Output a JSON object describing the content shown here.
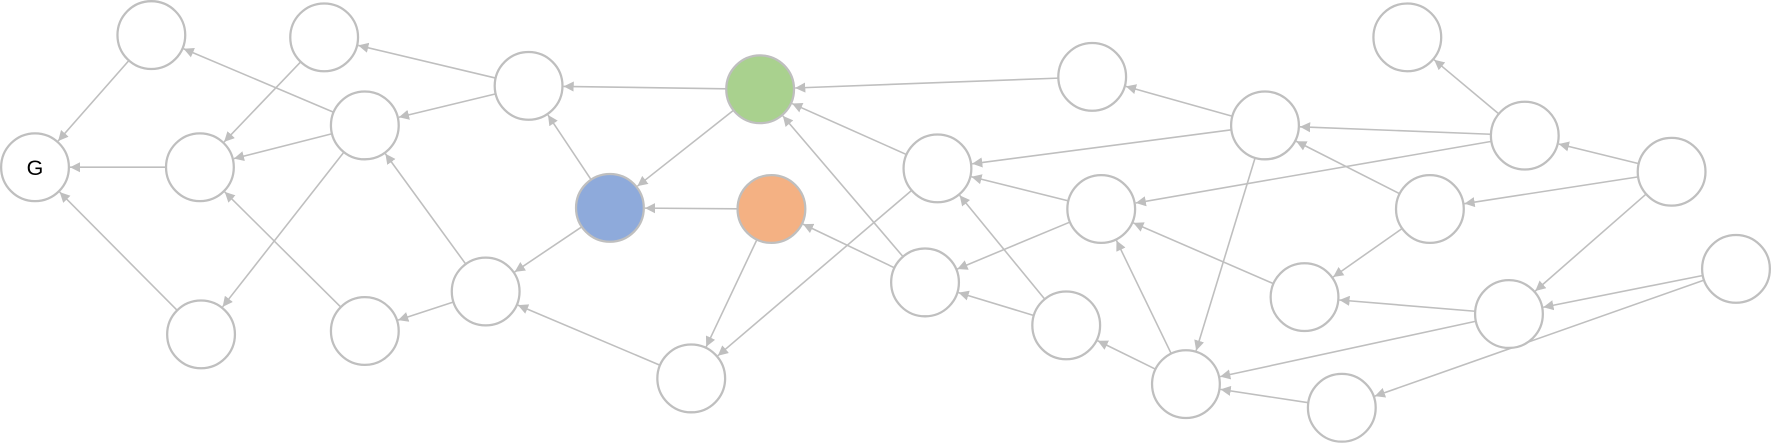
{
  "diagram": {
    "type": "directed-graph",
    "goal_label": "G",
    "colors": {
      "edge": "#bfbfbf",
      "node_fill": "#ffffff",
      "green": "#a9d18e",
      "blue": "#8eaadb",
      "orange": "#f4b183"
    },
    "highlighted_nodes": {
      "n7": "green",
      "n8": "blue",
      "n9": "orange"
    },
    "nodes": [
      "n1",
      "n2",
      "n3",
      "n4",
      "n5",
      "n6",
      "n7",
      "n8",
      "n9",
      "n10",
      "n11",
      "n12",
      "n13",
      "n14",
      "n15",
      "n16",
      "n17",
      "n18",
      "n19",
      "n20",
      "n21",
      "n22",
      "n23",
      "n24",
      "n25",
      "n26",
      "n27",
      "n28"
    ],
    "labels": {
      "n3": "G"
    },
    "edges": [
      [
        "n1",
        "n3"
      ],
      [
        "n2",
        "n4"
      ],
      [
        "n4",
        "n3"
      ],
      [
        "n10",
        "n3"
      ],
      [
        "n5",
        "n1"
      ],
      [
        "n5",
        "n4"
      ],
      [
        "n5",
        "n10"
      ],
      [
        "n6",
        "n2"
      ],
      [
        "n6",
        "n5"
      ],
      [
        "n7",
        "n6"
      ],
      [
        "n7",
        "n8"
      ],
      [
        "n8",
        "n6"
      ],
      [
        "n9",
        "n8"
      ],
      [
        "n8",
        "n12"
      ],
      [
        "n12",
        "n5"
      ],
      [
        "n12",
        "n11"
      ],
      [
        "n11",
        "n4"
      ],
      [
        "n13",
        "n12"
      ],
      [
        "n9",
        "n13"
      ],
      [
        "n15",
        "n13"
      ],
      [
        "n15",
        "n7"
      ],
      [
        "n14",
        "n7"
      ],
      [
        "n16",
        "n7"
      ],
      [
        "n16",
        "n9"
      ],
      [
        "n18",
        "n15"
      ],
      [
        "n17",
        "n15"
      ],
      [
        "n17",
        "n16"
      ],
      [
        "n18",
        "n16"
      ],
      [
        "n19",
        "n18"
      ],
      [
        "n19",
        "n17"
      ],
      [
        "n20",
        "n19"
      ],
      [
        "n20",
        "n14"
      ],
      [
        "n20",
        "n15"
      ],
      [
        "n23",
        "n20"
      ],
      [
        "n23",
        "n17"
      ],
      [
        "n23",
        "n22"
      ],
      [
        "n24",
        "n20"
      ],
      [
        "n24",
        "n25"
      ],
      [
        "n25",
        "n17"
      ],
      [
        "n26",
        "n23"
      ],
      [
        "n26",
        "n24"
      ],
      [
        "n26",
        "n27"
      ],
      [
        "n27",
        "n25"
      ],
      [
        "n27",
        "n19"
      ],
      [
        "n28",
        "n27"
      ],
      [
        "n28",
        "n21"
      ],
      [
        "n21",
        "n19"
      ]
    ]
  }
}
